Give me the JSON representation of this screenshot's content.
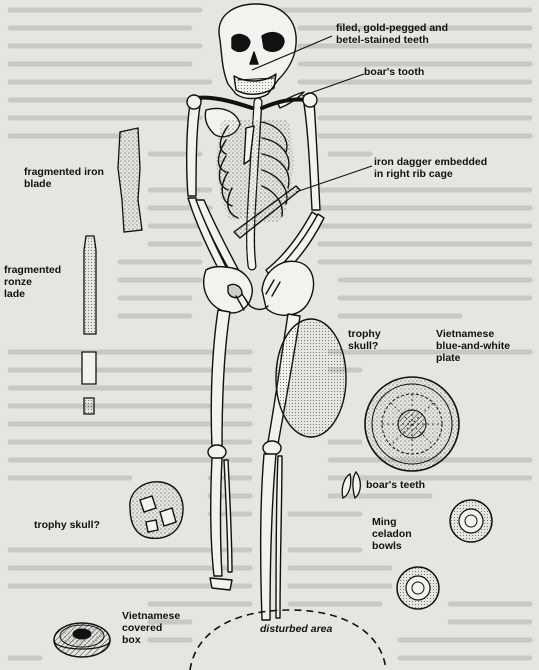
{
  "labels": {
    "teeth": [
      "filed, gold-pegged and",
      "betel-stained teeth"
    ],
    "boar_tooth": "boar's tooth",
    "iron_dagger": [
      "iron dagger embedded",
      "in right rib cage"
    ],
    "iron_blade": [
      "fragmented iron",
      "blade"
    ],
    "bronze_blade": [
      "fragmented",
      "ronze",
      "lade"
    ],
    "trophy_skull_upper": [
      "trophy",
      "skull?"
    ],
    "vietnamese_plate": [
      "Vietnamese",
      "blue-and-white",
      "plate"
    ],
    "boar_teeth": "boar's teeth",
    "trophy_skull_lower": "trophy skull?",
    "ming_bowls": [
      "Ming",
      "celadon",
      "bowls"
    ],
    "covered_box": [
      "Vietnamese",
      "covered",
      "box"
    ],
    "disturbed_area": "disturbed area"
  },
  "colors": {
    "background": "#e6e5e1",
    "text_watermark": "#c9c8c3",
    "ink": "#111111",
    "stipple": "#555555"
  },
  "icons": {
    "skeleton": "human-skeleton-drawing",
    "plate": "decorated-plate-drawing",
    "bowl": "celadon-bowl-drawing",
    "box": "covered-box-drawing",
    "blade": "blade-fragment-drawing",
    "skull": "trophy-skull-drawing",
    "boar_teeth": "boar-teeth-drawing"
  }
}
